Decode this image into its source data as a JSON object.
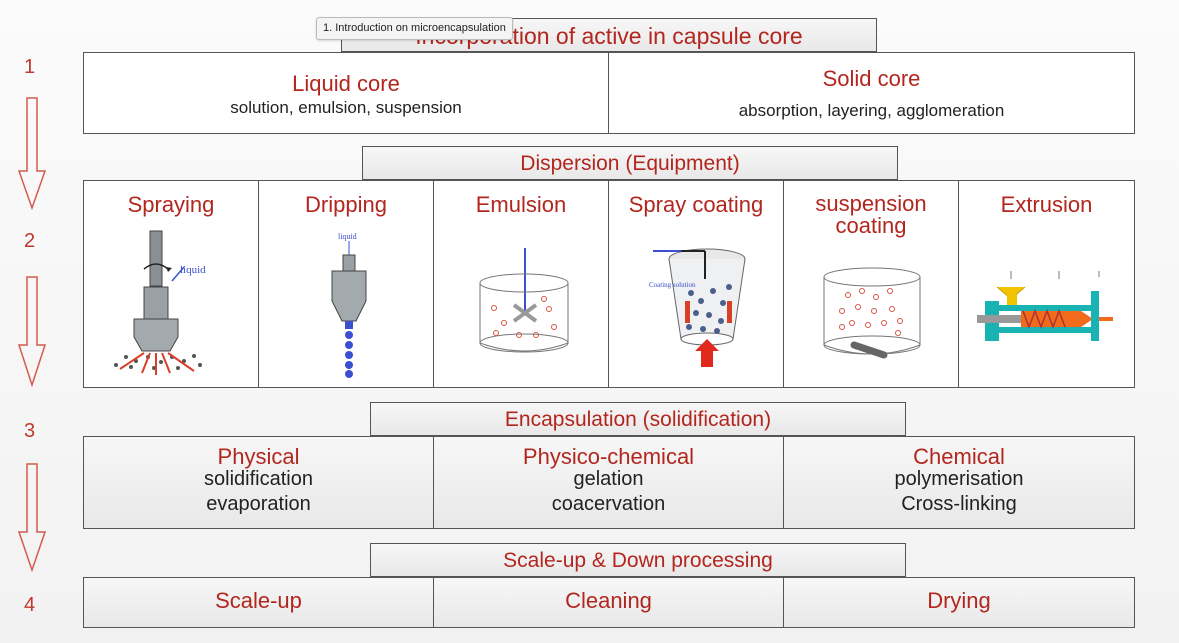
{
  "tooltip": "1. Introduction on microencapsulation",
  "steps": [
    "1",
    "2",
    "3",
    "4"
  ],
  "sections": {
    "incorporation": {
      "header": "Incorporation of active in capsule core",
      "cells": [
        {
          "title": "Liquid core",
          "subtitle": "solution, emulsion, suspension"
        },
        {
          "title": "Solid core",
          "subtitle": "absorption, layering, agglomeration"
        }
      ]
    },
    "dispersion": {
      "header": "Dispersion (Equipment)",
      "cells": [
        {
          "title": "Spraying",
          "icon": "spraying-nozzle-icon",
          "label": "liquid"
        },
        {
          "title": "Dripping",
          "icon": "dripping-nozzle-icon",
          "label": "liquid"
        },
        {
          "title": "Emulsion",
          "icon": "emulsion-stirrer-icon"
        },
        {
          "title": "Spray coating",
          "icon": "spray-coating-icon",
          "label": "Coating solution"
        },
        {
          "title": "suspension\ncoating",
          "icon": "suspension-coating-icon"
        },
        {
          "title": "Extrusion",
          "icon": "extruder-icon"
        }
      ]
    },
    "encapsulation": {
      "header": "Encapsulation (solidification)",
      "cells": [
        {
          "title": "Physical",
          "lines": [
            "solidification",
            "evaporation"
          ]
        },
        {
          "title": "Physico-chemical",
          "lines": [
            "gelation",
            "coacervation"
          ]
        },
        {
          "title": "Chemical",
          "lines": [
            "polymerisation",
            "Cross-linking"
          ]
        }
      ]
    },
    "scaleup": {
      "header": "Scale-up & Down processing",
      "cells": [
        {
          "title": "Scale-up"
        },
        {
          "title": "Cleaning"
        },
        {
          "title": "Drying"
        }
      ]
    }
  },
  "colors": {
    "accent": "#b3261e",
    "step_arrow": "#d35b4f",
    "border": "#555555"
  }
}
